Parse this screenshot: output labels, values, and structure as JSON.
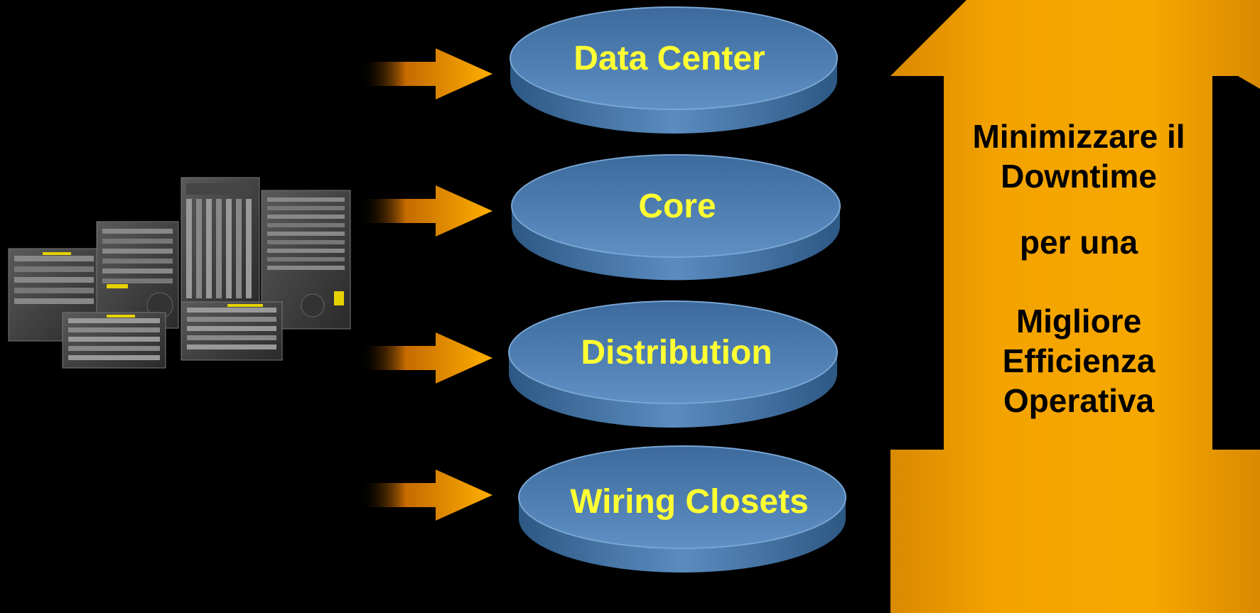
{
  "layers": [
    {
      "label": "Data Center"
    },
    {
      "label": "Core"
    },
    {
      "label": "Distribution"
    },
    {
      "label": "Wiring Closets"
    }
  ],
  "big_arrow": {
    "line1": "Minimizzare il",
    "line2": "Downtime",
    "line3": "per una",
    "line4": "Migliore",
    "line5": "Efficienza",
    "line6": "Operativa"
  },
  "colors": {
    "background": "#000000",
    "layer_label": "#ffff33",
    "disc_blue": "#4a76a8",
    "arrow_orange": "#f5a300",
    "big_arrow_text": "#000000"
  },
  "icons": [
    "network-switch-chassis",
    "right-arrow-icon",
    "double-headed-arrow-icon"
  ]
}
